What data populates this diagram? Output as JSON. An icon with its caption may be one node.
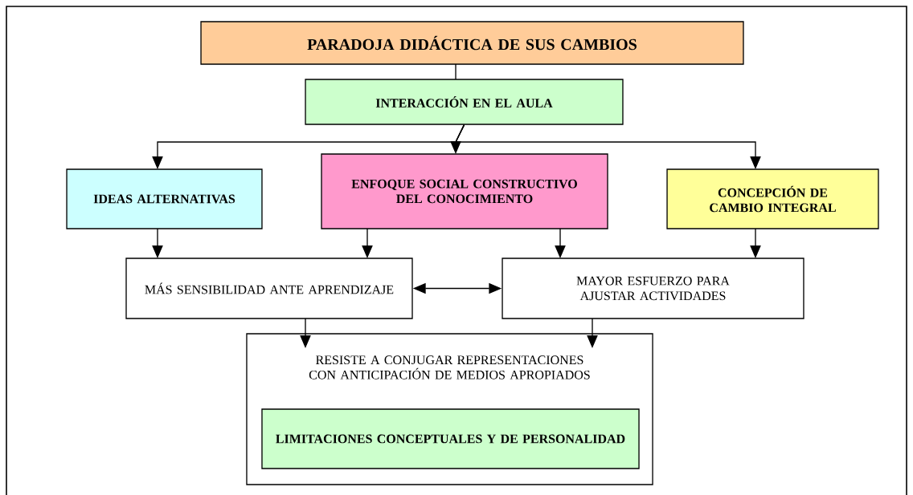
{
  "diagram": {
    "nodes": [
      {
        "text": [
          "PARADOJA DIDÁCTICA DE SUS CAMBIOS"
        ]
      },
      {
        "text": [
          "INTERACCIÓN EN EL AULA"
        ]
      },
      {
        "text": [
          "IDEAS ALTERNATIVAS"
        ]
      },
      {
        "text": [
          "ENFOQUE SOCIAL CONSTRUCTIVO DEL CONOCIMIENTO"
        ]
      },
      {
        "text": [
          "CONCEPCIÓN DE CAMBIO INTEGRAL"
        ]
      },
      {
        "text": [
          "MÁS  SENSIBILIDAD ANTE APRENDIZAJE"
        ]
      },
      {
        "text": [
          "MAYOR ESFUERZO PARA AJUSTAR ACTIVIDADES"
        ]
      },
      {
        "text": [
          "RESISTE A CONJUGAR REPRESENTACIONES CON ANTICIPACIÓN DE MEDIOS APROPIADOS"
        ]
      },
      {
        "text": [
          "LIMITACIONES CONCEPTUALES Y  DE PERSONALIDAD"
        ],
        "in": 7
      }
    ],
    "edges": [
      {
        "from": 0,
        "to": 1,
        "arrow": "none"
      },
      {
        "from": 1,
        "to": 2,
        "arrow": "to"
      },
      {
        "from": 1,
        "to": 3,
        "arrow": "to"
      },
      {
        "from": 1,
        "to": 4,
        "arrow": "to"
      },
      {
        "from": 2,
        "to": 5,
        "arrow": "to"
      },
      {
        "from": 3,
        "to": 5,
        "arrow": "to"
      },
      {
        "from": 3,
        "to": 6,
        "arrow": "to"
      },
      {
        "from": 4,
        "to": 6,
        "arrow": "to"
      },
      {
        "from": 5,
        "to": 6,
        "arrow": "both"
      },
      {
        "from": 5,
        "to": 7,
        "arrow": "to"
      },
      {
        "from": 6,
        "to": 7,
        "arrow": "to"
      }
    ]
  }
}
